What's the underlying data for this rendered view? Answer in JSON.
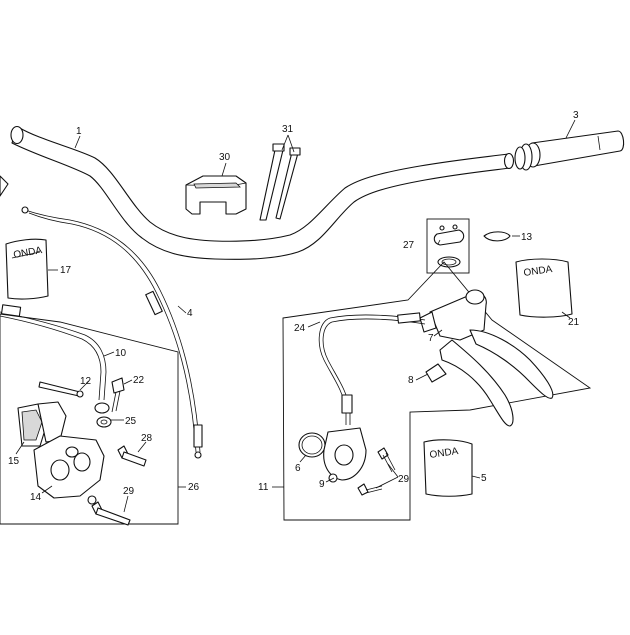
{
  "callouts": [
    {
      "id": "c1",
      "label": "1"
    },
    {
      "id": "c3",
      "label": "3"
    },
    {
      "id": "c4",
      "label": "4"
    },
    {
      "id": "c5",
      "label": "5"
    },
    {
      "id": "c6",
      "label": "6"
    },
    {
      "id": "c7",
      "label": "7"
    },
    {
      "id": "c8",
      "label": "8"
    },
    {
      "id": "c9",
      "label": "9"
    },
    {
      "id": "c10",
      "label": "10"
    },
    {
      "id": "c11",
      "label": "11"
    },
    {
      "id": "c12",
      "label": "12"
    },
    {
      "id": "c13",
      "label": "13"
    },
    {
      "id": "c14",
      "label": "14"
    },
    {
      "id": "c15",
      "label": "15"
    },
    {
      "id": "c17",
      "label": "17"
    },
    {
      "id": "c21",
      "label": "21"
    },
    {
      "id": "c22",
      "label": "22"
    },
    {
      "id": "c24",
      "label": "24"
    },
    {
      "id": "c25",
      "label": "25"
    },
    {
      "id": "c26",
      "label": "26"
    },
    {
      "id": "c27",
      "label": "27"
    },
    {
      "id": "c28",
      "label": "28"
    },
    {
      "id": "c29a",
      "label": "29"
    },
    {
      "id": "c29b",
      "label": "29"
    },
    {
      "id": "c30",
      "label": "30"
    },
    {
      "id": "c31",
      "label": "31"
    }
  ]
}
